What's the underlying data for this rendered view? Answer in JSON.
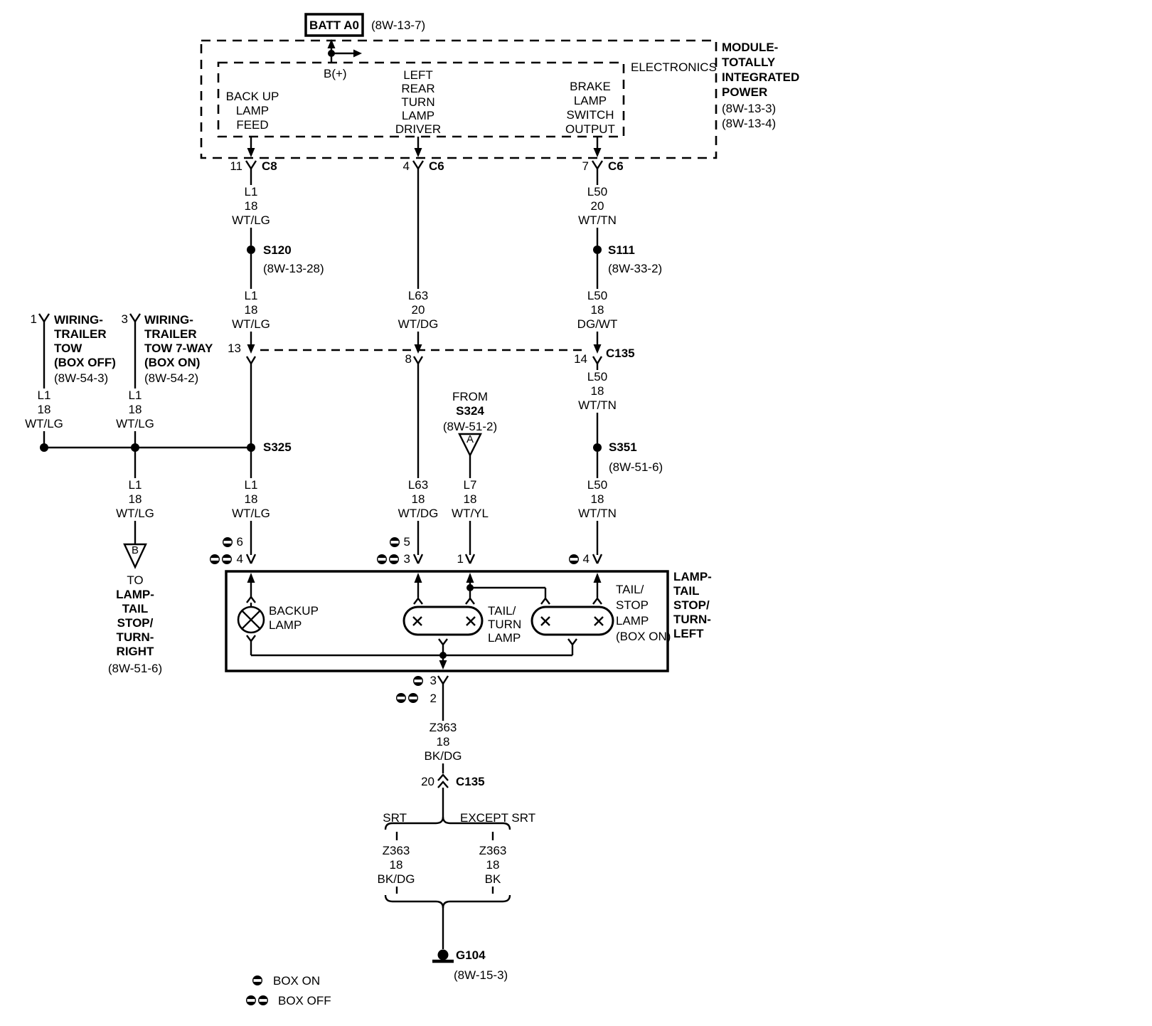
{
  "battery": {
    "label": "BATT A0",
    "ref": "(8W-13-7)"
  },
  "module": {
    "electronics": "ELECTRONICS",
    "name": "MODULE-\nTOTALLY\nINTEGRATED\nPOWER",
    "refs": "(8W-13-3)\n(8W-13-4)",
    "bplus": "B(+)",
    "out_backup": "BACK UP\nLAMP\nFEED",
    "out_turn": "LEFT\nREAR\nTURN\nLAMP\nDRIVER",
    "out_brake": "BRAKE\nLAMP\nSWITCH\nOUTPUT"
  },
  "connectors": {
    "c8": {
      "pin": "11",
      "name": "C8"
    },
    "c6_turn": {
      "pin": "4",
      "name": "C6"
    },
    "c6_brake": {
      "pin": "7",
      "name": "C6"
    },
    "c135": {
      "name": "C135",
      "pin_backup": "13",
      "pin_turn": "8",
      "pin_brake": "14"
    },
    "c135_ground": {
      "pin": "20",
      "name": "C135"
    }
  },
  "wires": {
    "backup_upper": "L1\n18\nWT/LG",
    "backup_mid": "L1\n18\nWT/LG",
    "backup_lower": "L1\n18\nWT/LG",
    "turn_upper": "L63\n20\nWT/DG",
    "turn_lower": "L63\n18\nWT/DG",
    "brake_upper": "L50\n20\nWT/TN",
    "brake_mid": "L50\n18\nDG/WT",
    "brake_s351_upper": "L50\n18\nWT/TN",
    "brake_lower": "L50\n18\nWT/TN",
    "trailer_off": "L1\n18\nWT/LG",
    "trailer_on": "L1\n18\nWT/LG",
    "right_feed": "L1\n18\nWT/LG",
    "signal": "L7\n18\nWT/YL",
    "ground_upper": "Z363\n18\nBK/DG",
    "ground_srt": "Z363\n18\nBK/DG",
    "ground_except": "Z363\n18\nBK"
  },
  "splices": {
    "s120": {
      "name": "S120",
      "ref": "(8W-13-28)"
    },
    "s111": {
      "name": "S111",
      "ref": "(8W-33-2)"
    },
    "s325": {
      "name": "S325"
    },
    "s351": {
      "name": "S351",
      "ref": "(8W-51-6)"
    },
    "s324": {
      "from": "FROM",
      "name": "S324",
      "ref": "(8W-51-2)",
      "letter": "A"
    }
  },
  "trailer": {
    "off": {
      "pin": "1",
      "label": "WIRING-\nTRAILER\nTOW\n(BOX OFF)",
      "ref": "(8W-54-3)"
    },
    "on": {
      "pin": "3",
      "label": "WIRING-\nTRAILER\nTOW 7-WAY\n(BOX ON)",
      "ref": "(8W-54-2)"
    }
  },
  "right_lamp": {
    "letter": "B",
    "to": "TO",
    "dest": "LAMP-\nTAIL\nSTOP/\nTURN-\nRIGHT",
    "ref": "(8W-51-6)"
  },
  "lamp": {
    "title": "LAMP-\nTAIL\nSTOP/\nTURN-\nLEFT",
    "backup": "BACKUP\nLAMP",
    "tail_turn": "TAIL/\nTURN\nLAMP",
    "tail_stop": "TAIL/\nSTOP\nLAMP\n(BOX ON)",
    "pins": {
      "backup_on": "6",
      "backup_off": "4",
      "turn_on": "5",
      "turn_off": "3",
      "signal": "1",
      "stop": "4",
      "out_on": "3",
      "out_off": "2"
    }
  },
  "variants": {
    "srt": "SRT",
    "except_srt": "EXCEPT SRT"
  },
  "ground": {
    "name": "G104",
    "ref": "(8W-15-3)"
  },
  "legend": {
    "single": "BOX ON",
    "double": "BOX OFF"
  }
}
